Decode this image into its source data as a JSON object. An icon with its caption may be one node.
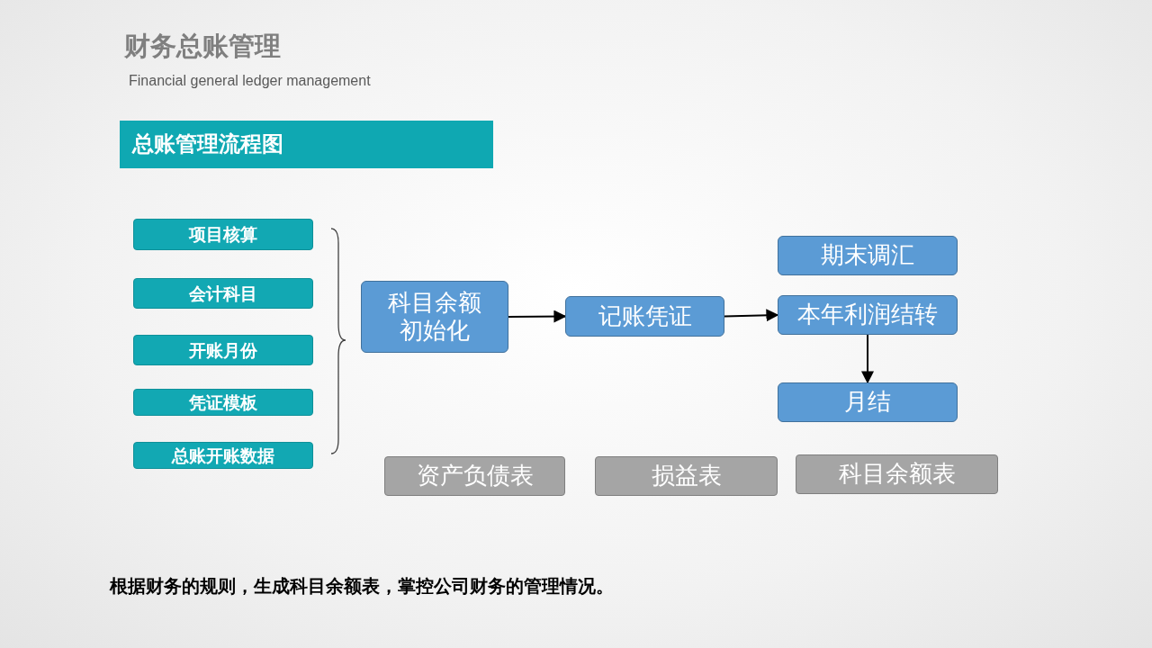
{
  "diagram": {
    "title": "财务总账管理",
    "caption": "根据财务的规则，生成科目余额表，掌控公司财务的管理情况。",
    "nodes": [
      {
        "text": [
          "总账管理流程图"
        ]
      },
      {
        "text": [
          "项目核算"
        ]
      },
      {
        "text": [
          "会计科目"
        ]
      },
      {
        "text": [
          "开账月份"
        ]
      },
      {
        "text": [
          "凭证模板"
        ]
      },
      {
        "text": [
          "总账开账数据"
        ]
      },
      {
        "text": [
          "科目余额初始化"
        ]
      },
      {
        "text": [
          "记账凭证"
        ]
      },
      {
        "text": [
          "期末调汇"
        ]
      },
      {
        "text": [
          "本年利润结转"
        ]
      },
      {
        "text": [
          "月结"
        ]
      },
      {
        "text": [
          "资产负债表"
        ]
      },
      {
        "text": [
          "损益表"
        ]
      },
      {
        "text": [
          "科目余额表"
        ]
      }
    ],
    "edges": [
      {
        "from": 6,
        "to": 7,
        "arrow": "to"
      },
      {
        "from": 7,
        "to": 9,
        "arrow": "to"
      },
      {
        "from": 9,
        "to": 10,
        "arrow": "to"
      }
    ],
    "labels": [
      "Financial general ledger management"
    ]
  }
}
